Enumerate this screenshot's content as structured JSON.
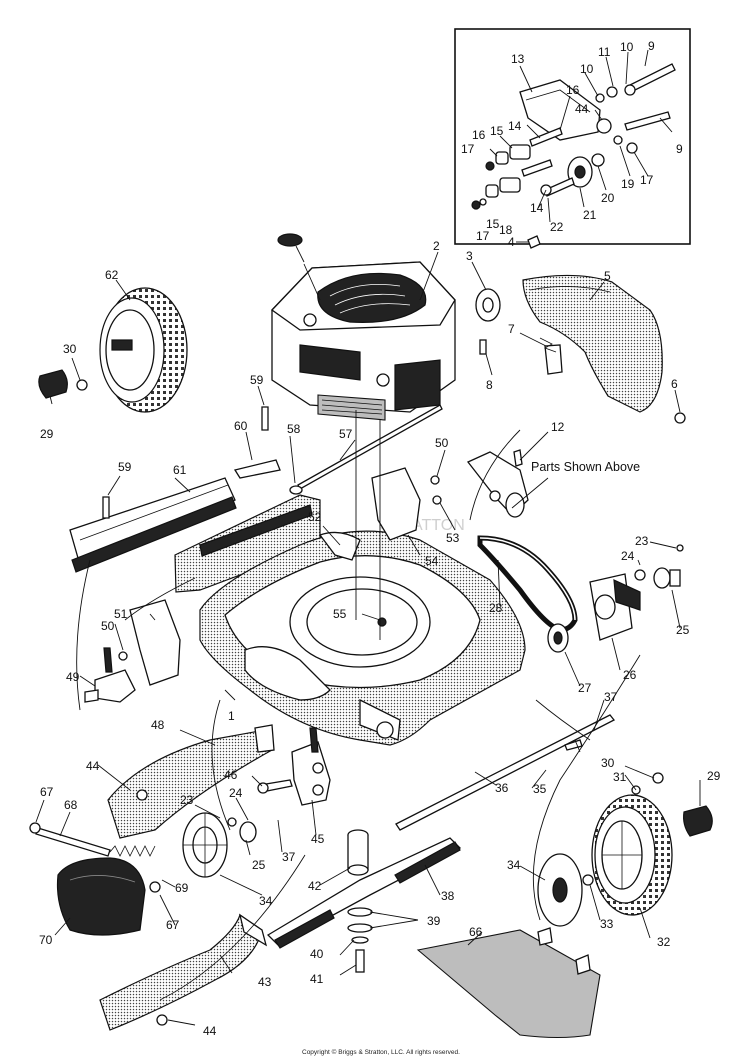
{
  "diagram": {
    "note_label": "Parts Shown Above",
    "copyright": "Copyright © Briggs & Stratton, LLC. All rights reserved.",
    "watermark": "STRATTON",
    "callouts": {
      "c1": "1",
      "c2": "2",
      "c3": "3",
      "c4": "4",
      "c5": "5",
      "c6": "6",
      "c7": "7",
      "c8": "8",
      "c9a": "9",
      "c9b": "9",
      "c10a": "10",
      "c10b": "10",
      "c11": "11",
      "c12": "12",
      "c13": "13",
      "c14a": "14",
      "c14b": "14",
      "c15a": "15",
      "c15b": "15",
      "c16a": "16",
      "c16b": "16",
      "c17a": "17",
      "c17b": "17",
      "c17c": "17",
      "c18": "18",
      "c19": "19",
      "c20": "20",
      "c21": "21",
      "c22": "22",
      "c23a": "23",
      "c23b": "23",
      "c24a": "24",
      "c24b": "24",
      "c25a": "25",
      "c25b": "25",
      "c26": "26",
      "c27": "27",
      "c28": "28",
      "c29a": "29",
      "c29b": "29",
      "c30a": "30",
      "c30b": "30",
      "c31": "31",
      "c32": "32",
      "c33": "33",
      "c34a": "34",
      "c34b": "34",
      "c35": "35",
      "c36": "36",
      "c37a": "37",
      "c37b": "37",
      "c38": "38",
      "c39": "39",
      "c40": "40",
      "c41": "41",
      "c42": "42",
      "c43": "43",
      "c44a": "44",
      "c44b": "44",
      "c44c": "44",
      "c45": "45",
      "c46": "46",
      "c48": "48",
      "c49": "49",
      "c50a": "50",
      "c50b": "50",
      "c51": "51",
      "c52": "52",
      "c53": "53",
      "c54": "54",
      "c55": "55",
      "c57": "57",
      "c58": "58",
      "c59a": "59",
      "c59b": "59",
      "c60": "60",
      "c61": "61",
      "c62": "62",
      "c66": "66",
      "c67a": "67",
      "c67b": "67",
      "c68": "68",
      "c69": "69",
      "c70": "70"
    }
  }
}
